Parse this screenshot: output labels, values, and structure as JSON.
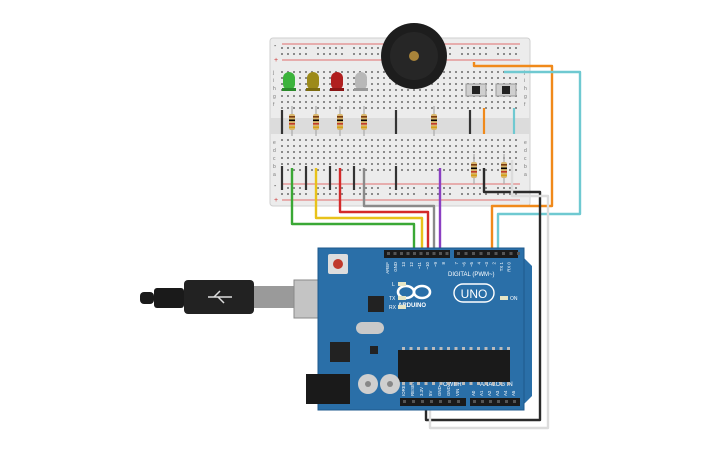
{
  "arduino": {
    "brand": "ARDUINO",
    "model": "UNO",
    "header_digital": "DIGITAL (PWM~)",
    "header_power": "POWER",
    "header_analog": "ANALOG IN",
    "label_on": "ON",
    "label_l": "L",
    "label_tx": "TX",
    "label_rx": "RX",
    "digital_pins": [
      "AREF",
      "GND",
      "13",
      "12",
      "~11",
      "~10",
      "~9",
      "8",
      "7",
      "~6",
      "~5",
      "4",
      "~3",
      "2",
      "TX 1",
      "RX 0"
    ],
    "power_pins": [
      "IOREF",
      "RESET",
      "3.3V",
      "5V",
      "GND",
      "GND",
      "VIN"
    ],
    "analog_pins": [
      "A0",
      "A1",
      "A2",
      "A3",
      "A4",
      "A5"
    ]
  },
  "breadboard": {
    "row_letters_top": [
      "j",
      "i",
      "h",
      "g",
      "f"
    ],
    "row_letters_bottom": [
      "e",
      "d",
      "c",
      "b",
      "a"
    ],
    "rail_plus": "+",
    "rail_minus": "-"
  },
  "colors": {
    "board_blue": "#2a6fa8",
    "board_dark": "#1f5a8c",
    "breadboard": "#e9e9e9",
    "wire_green": "#3aa835",
    "wire_yellow": "#e8c21a",
    "wire_red": "#d42a2a",
    "wire_gray": "#8a8a8a",
    "wire_purple": "#8b3fc2",
    "wire_orange": "#f0891a",
    "wire_teal": "#6fc9d1",
    "wire_black": "#2a2a2a",
    "led_green": "#3bb33b",
    "led_yellow": "#9c8a1a",
    "led_red": "#b01f1f",
    "led_white": "#b8b8b8"
  },
  "components": [
    "usb-cable",
    "arduino-uno",
    "breadboard",
    "piezo-buzzer",
    "led-green",
    "led-yellow",
    "led-red",
    "led-white",
    "push-button-1",
    "push-button-2"
  ]
}
